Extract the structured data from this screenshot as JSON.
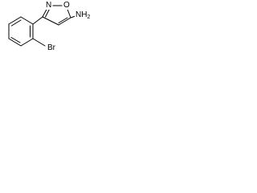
{
  "molecule": {
    "atom_labels": {
      "ring_nitrogen": "N",
      "ring_oxygen": "O",
      "amine": "NH",
      "amine_subscript": "2",
      "bromine": "Br"
    },
    "colors": {
      "bond": "#000000",
      "background": "#ffffff"
    }
  }
}
